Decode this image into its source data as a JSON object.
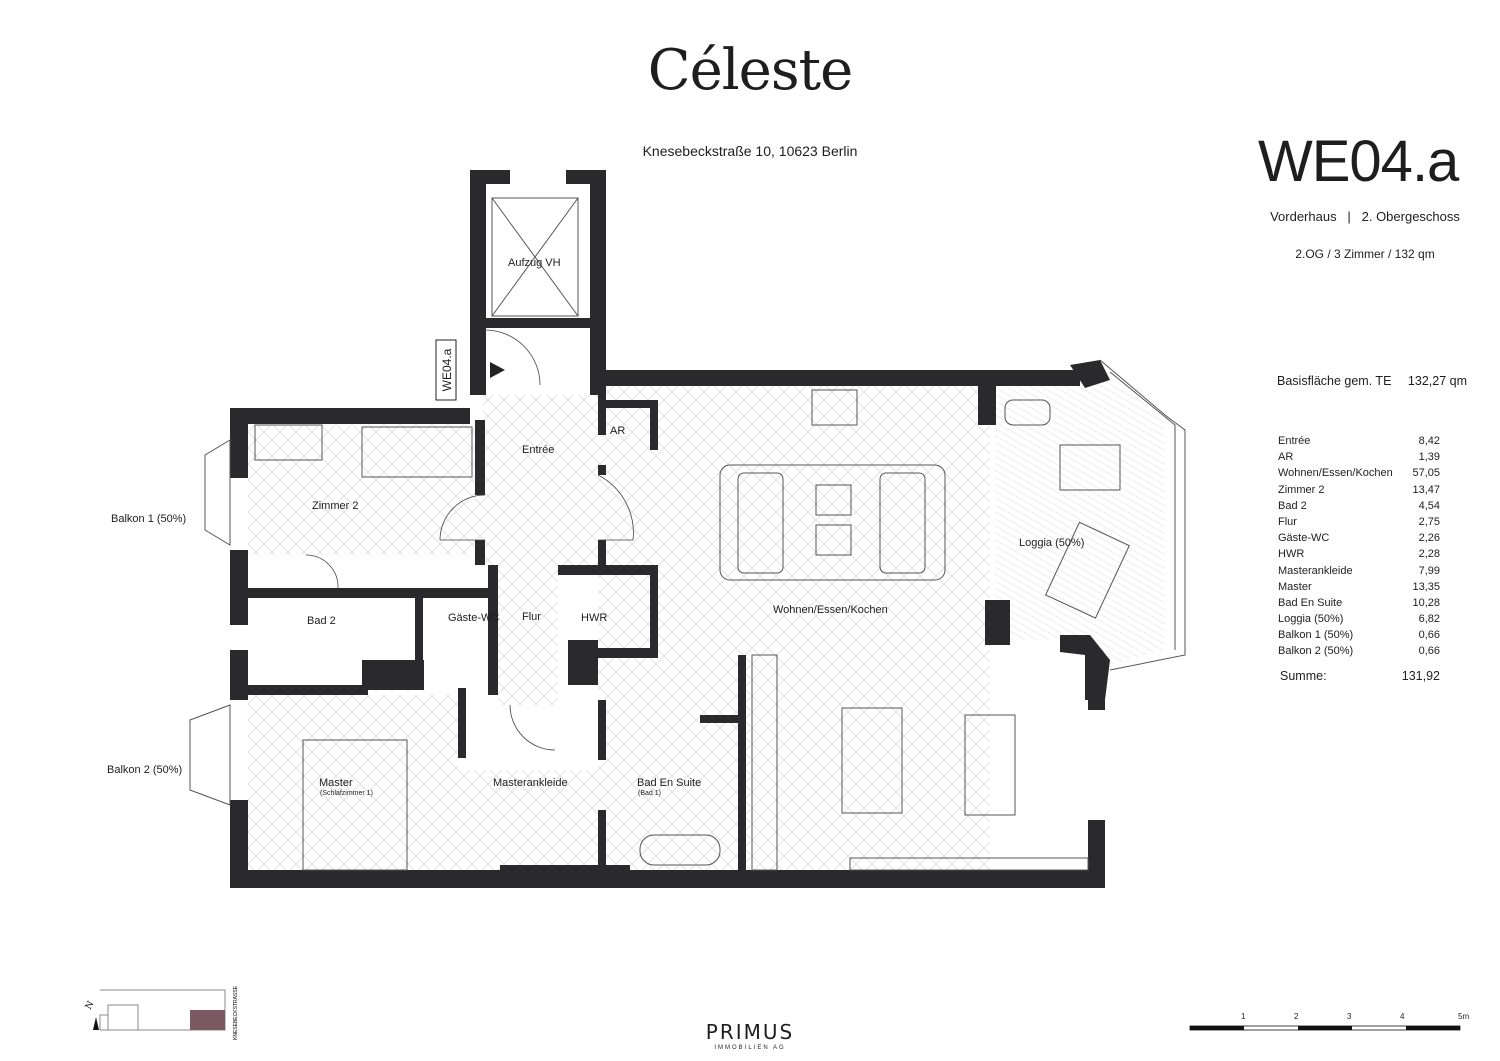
{
  "header": {
    "brand": "Céleste",
    "address": "Knesebeckstraße 10, 10623 Berlin"
  },
  "unit": {
    "id": "WE04.a",
    "location": "Vorderhaus   |   2. Obergeschoss",
    "summary": "2.OG / 3 Zimmer / 132 qm"
  },
  "basis": {
    "label": "Basisfläche gem. TE",
    "value": "132,27 qm"
  },
  "areas": [
    {
      "room": "Entrée",
      "value": "8,42"
    },
    {
      "room": "AR",
      "value": "1,39"
    },
    {
      "room": "Wohnen/Essen/Kochen",
      "value": "57,05"
    },
    {
      "room": "Zimmer 2",
      "value": "13,47"
    },
    {
      "room": "Bad 2",
      "value": "4,54"
    },
    {
      "room": "Flur",
      "value": "2,75"
    },
    {
      "room": "Gäste-WC",
      "value": "2,26"
    },
    {
      "room": "HWR",
      "value": "2,28"
    },
    {
      "room": "Masterankleide",
      "value": "7,99"
    },
    {
      "room": "Master",
      "value": "13,35"
    },
    {
      "room": "Bad En Suite",
      "value": "10,28"
    },
    {
      "room": "Loggia (50%)",
      "value": "6,82"
    },
    {
      "room": "Balkon 1 (50%)",
      "value": "0,66"
    },
    {
      "room": "Balkon 2 (50%)",
      "value": "0,66"
    }
  ],
  "sum": {
    "label": "Summe:",
    "value": "131,92"
  },
  "plan": {
    "rooms": {
      "aufzug": "Aufzug VH",
      "entree": "Entrée",
      "ar": "AR",
      "zimmer2": "Zimmer 2",
      "balkon1": "Balkon 1 (50%)",
      "balkon2": "Balkon 2 (50%)",
      "bad2": "Bad 2",
      "gaeste": "Gäste-WC",
      "flur": "Flur",
      "hwr": "HWR",
      "wohnen": "Wohnen/Essen/Kochen",
      "loggia": "Loggia (50%)",
      "master": "Master",
      "master_sub": "(Schlafzimmer 1)",
      "ankleide": "Masterankleide",
      "badensuite": "Bad En Suite",
      "badensuite_sub": "(Bad 1)"
    },
    "unit_tag": "WE04.a",
    "wall_color": "#2a2a2c",
    "highlight_color": "#7a5a60"
  },
  "keyplan": {
    "north": "N",
    "street": "KNESEBECKSTRASSE"
  },
  "scale": {
    "ticks": [
      "1",
      "2",
      "3",
      "4",
      "5m"
    ]
  },
  "footer": {
    "company": "PRIMUS",
    "company_sub": "IMMOBILIEN AG"
  }
}
